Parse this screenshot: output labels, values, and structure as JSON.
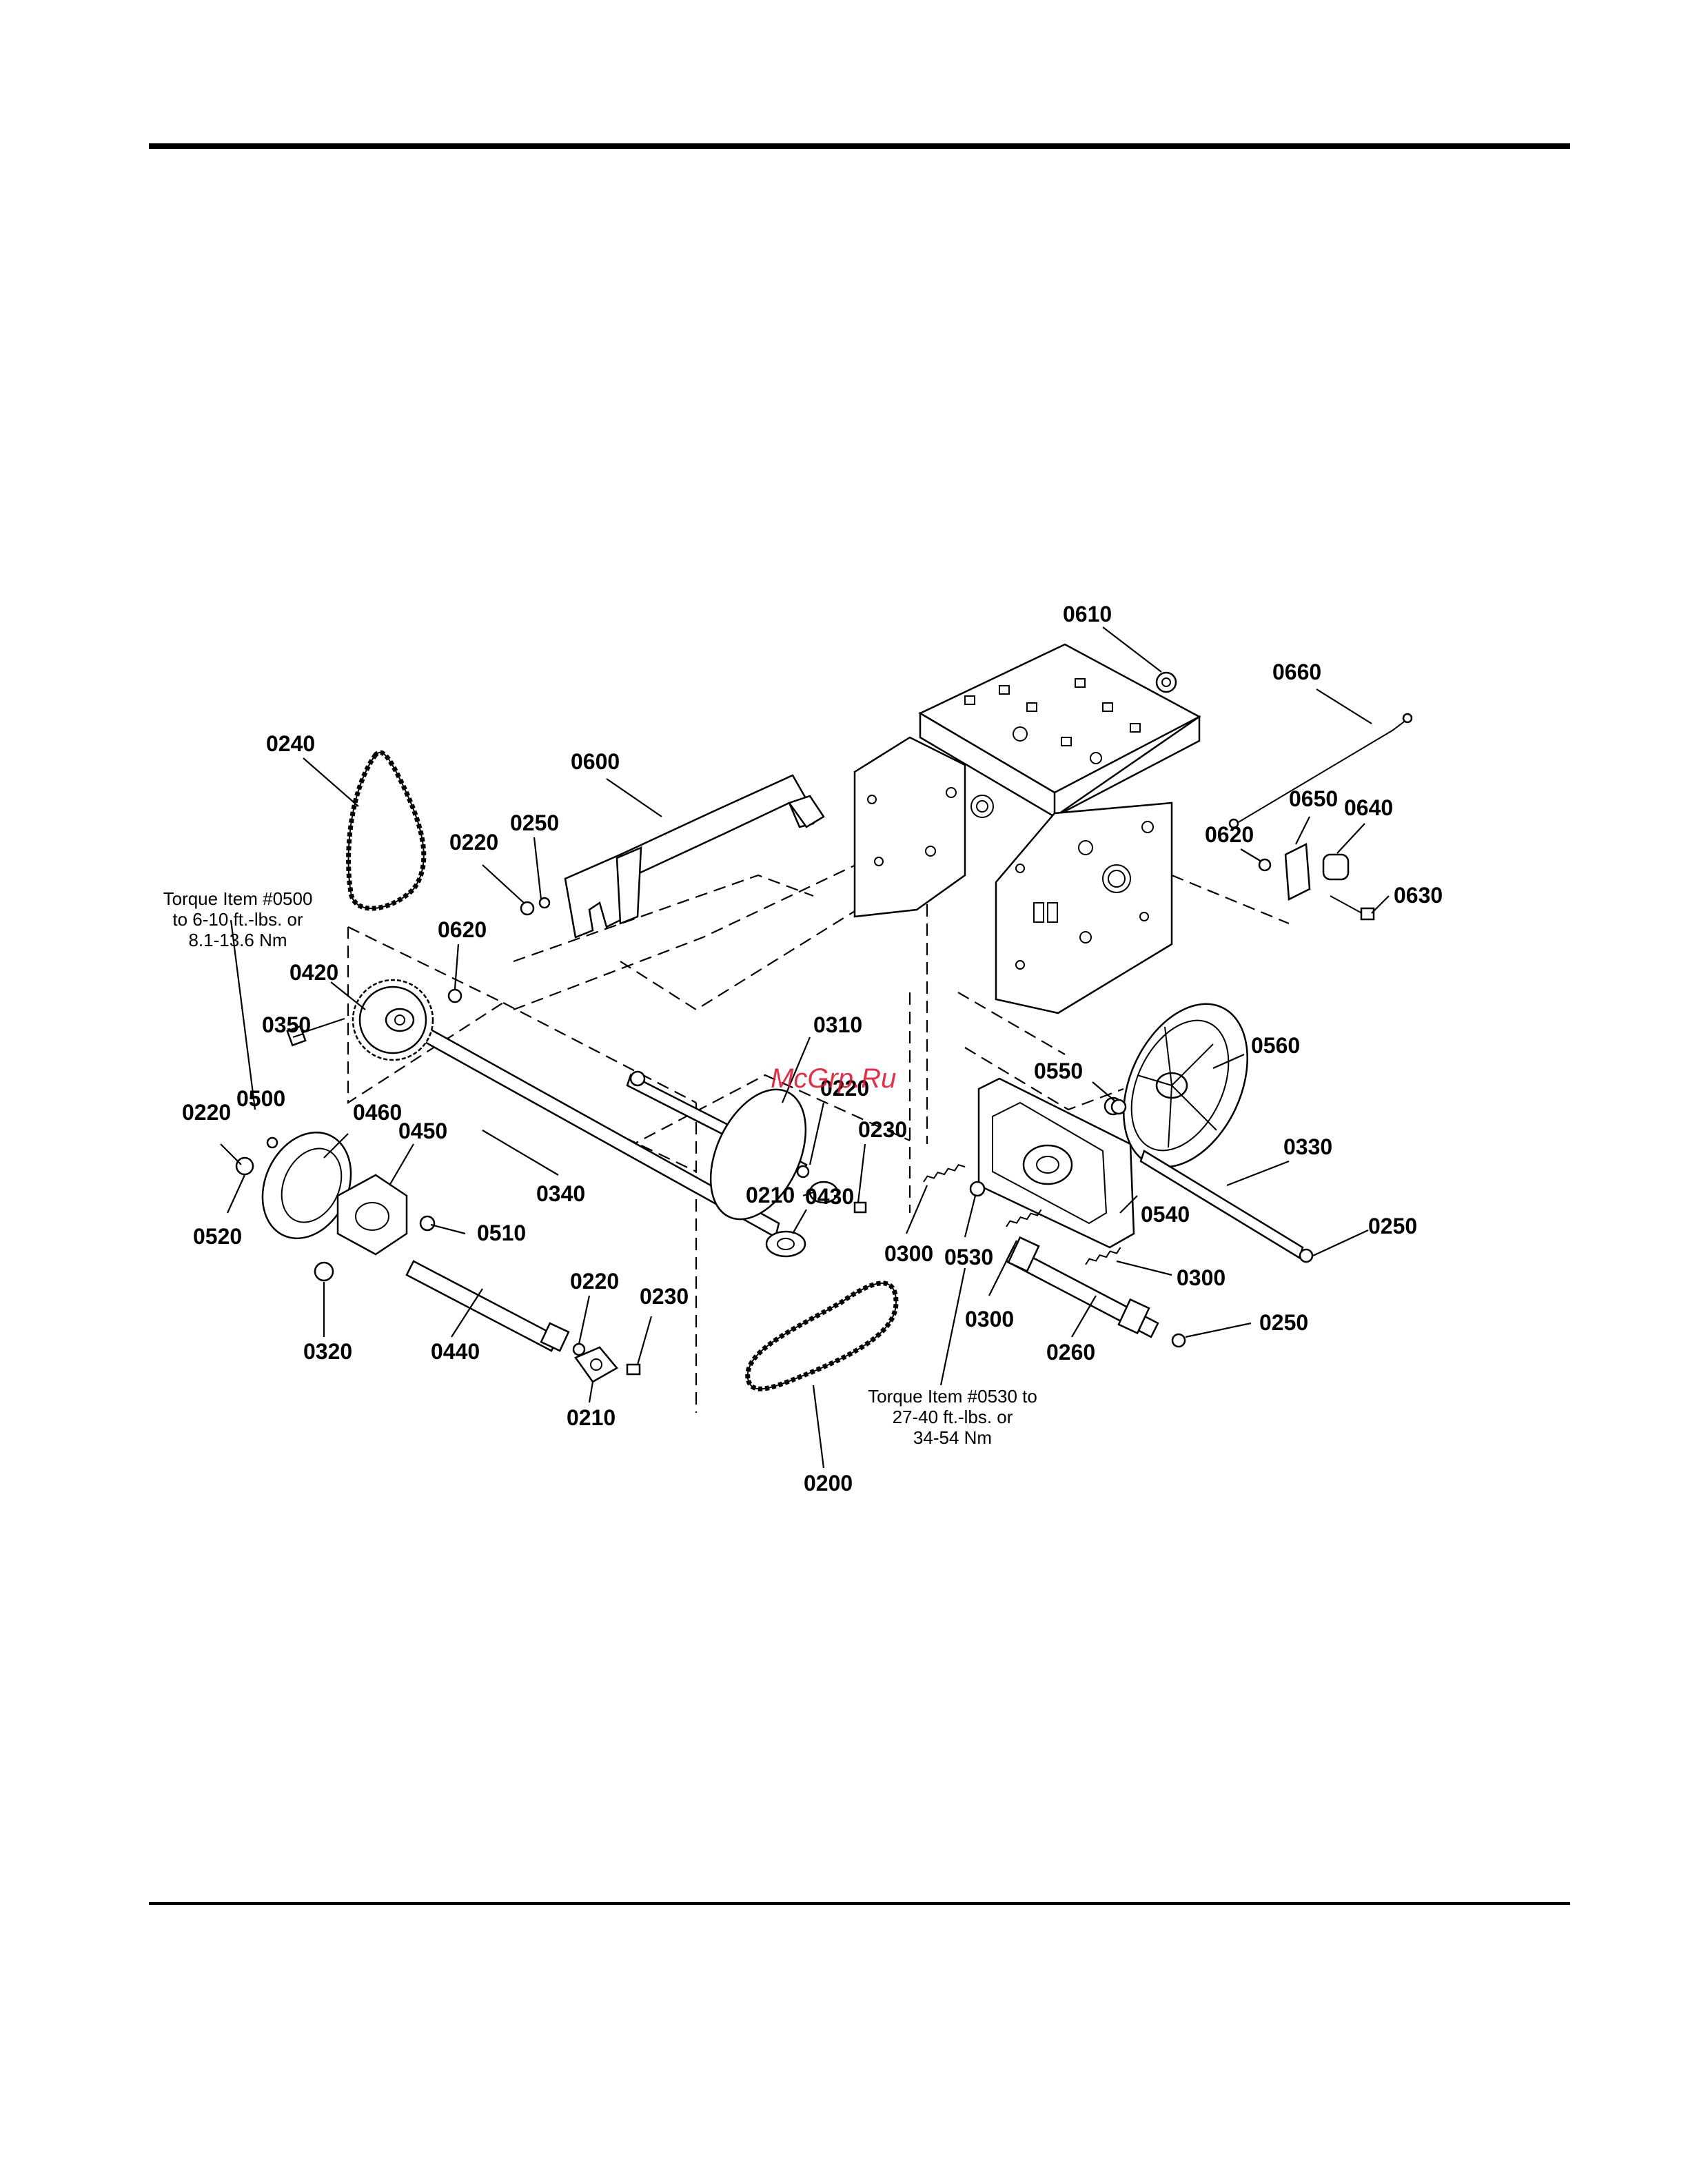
{
  "callouts": [
    {
      "id": "0610",
      "text": "0610"
    },
    {
      "id": "0660",
      "text": "0660"
    },
    {
      "id": "0240",
      "text": "0240"
    },
    {
      "id": "0600",
      "text": "0600"
    },
    {
      "id": "0650",
      "text": "0650"
    },
    {
      "id": "0640",
      "text": "0640"
    },
    {
      "id": "0250a",
      "text": "0250"
    },
    {
      "id": "0220a",
      "text": "0220"
    },
    {
      "id": "0620a",
      "text": "0620"
    },
    {
      "id": "0630",
      "text": "0630"
    },
    {
      "id": "0620b",
      "text": "0620"
    },
    {
      "id": "0420",
      "text": "0420"
    },
    {
      "id": "0310",
      "text": "0310"
    },
    {
      "id": "0350",
      "text": "0350"
    },
    {
      "id": "0560",
      "text": "0560"
    },
    {
      "id": "0550",
      "text": "0550"
    },
    {
      "id": "0220b",
      "text": "0220"
    },
    {
      "id": "0500",
      "text": "0500"
    },
    {
      "id": "0220c",
      "text": "0220"
    },
    {
      "id": "0460",
      "text": "0460"
    },
    {
      "id": "0230a",
      "text": "0230"
    },
    {
      "id": "0450",
      "text": "0450"
    },
    {
      "id": "0330",
      "text": "0330"
    },
    {
      "id": "0210a",
      "text": "0210"
    },
    {
      "id": "0430",
      "text": "0430"
    },
    {
      "id": "0340",
      "text": "0340"
    },
    {
      "id": "0540",
      "text": "0540"
    },
    {
      "id": "0510",
      "text": "0510"
    },
    {
      "id": "0520",
      "text": "0520"
    },
    {
      "id": "0250b",
      "text": "0250"
    },
    {
      "id": "0300a",
      "text": "0300"
    },
    {
      "id": "0530",
      "text": "0530"
    },
    {
      "id": "0300b",
      "text": "0300"
    },
    {
      "id": "0220d",
      "text": "0220"
    },
    {
      "id": "0230b",
      "text": "0230"
    },
    {
      "id": "0300c",
      "text": "0300"
    },
    {
      "id": "0250c",
      "text": "0250"
    },
    {
      "id": "0320",
      "text": "0320"
    },
    {
      "id": "0440",
      "text": "0440"
    },
    {
      "id": "0260",
      "text": "0260"
    },
    {
      "id": "0210b",
      "text": "0210"
    },
    {
      "id": "0200",
      "text": "0200"
    }
  ],
  "torque_notes": {
    "item_0500": [
      "Torque Item #0500",
      "to 6-10 ft.-lbs. or",
      "8.1-13.6 Nm"
    ],
    "item_0530": [
      "Torque Item #0530 to",
      "27-40 ft.-lbs. or",
      "34-54 Nm"
    ]
  },
  "watermark": "McGrp.Ru",
  "colors": {
    "ink": "#000000",
    "paper": "#ffffff",
    "watermark": "#d9102b"
  }
}
